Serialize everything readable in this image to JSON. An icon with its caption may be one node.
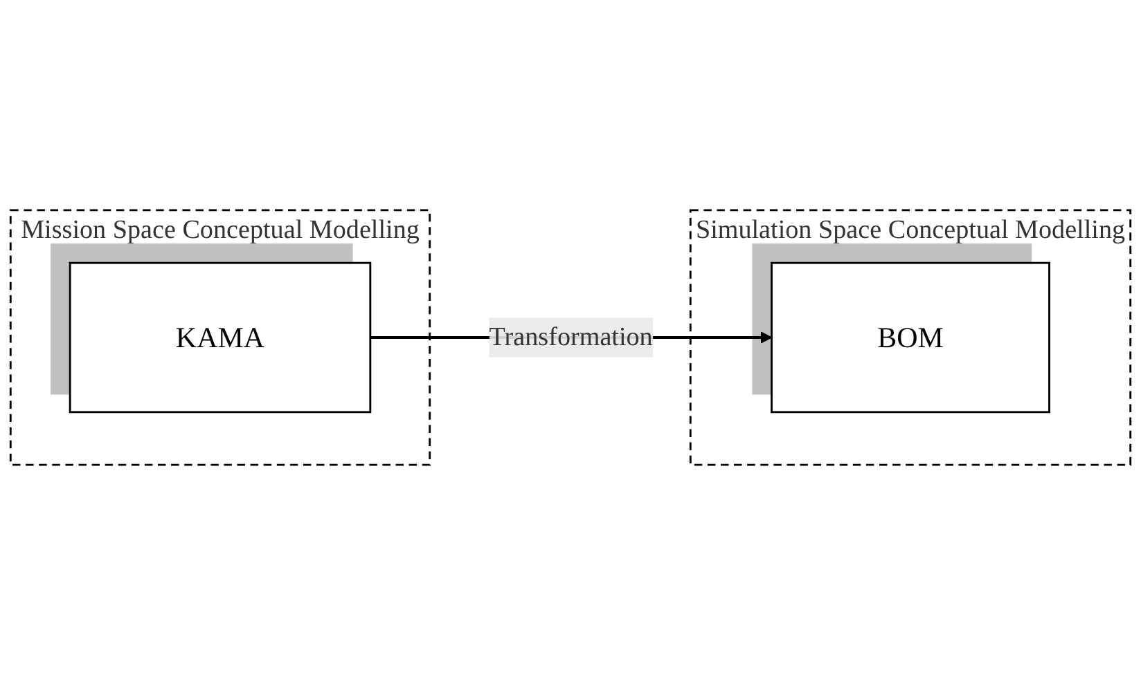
{
  "diagram": {
    "nodes": [
      {
        "text": [
          "Mission Space Conceptual Modelling"
        ]
      },
      {
        "text": [
          "KAMA"
        ],
        "in": 0
      },
      {
        "text": [
          "Simulation Space Conceptual Modelling"
        ]
      },
      {
        "text": [
          "BOM"
        ],
        "in": 2
      }
    ],
    "edges": [
      {
        "from": 1,
        "to": 3,
        "arrow": "to",
        "label": "Transformation"
      }
    ]
  }
}
